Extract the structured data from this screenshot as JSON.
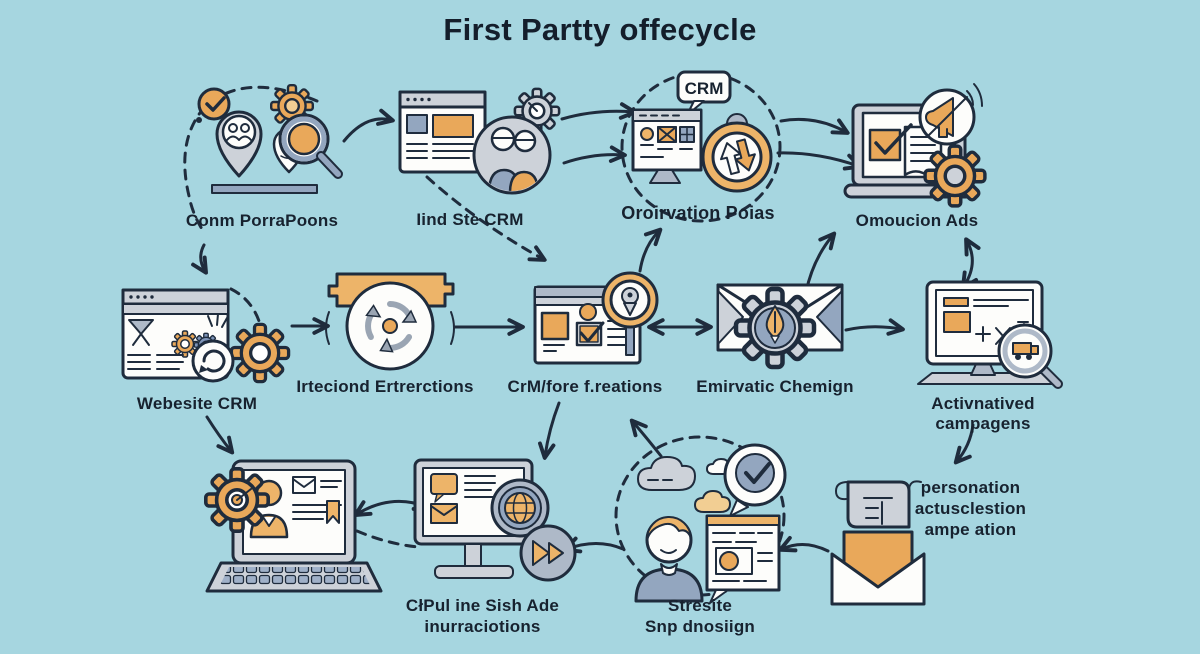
{
  "title": "First Partty offecycle",
  "colors": {
    "background": "#A6D6E0",
    "ink": "#1F2C3D",
    "orange": "#E9A85A",
    "orange_light": "#EDB469",
    "gray": "#CDD2D9",
    "blue_gray": "#93A6BF",
    "white": "#FDFDFB"
  },
  "nodes": {
    "audience": {
      "label": "Conm PorraPoons",
      "icon": "map-pin-people-search-icon"
    },
    "site_crm": {
      "label": "Iind Ste CRM",
      "icon": "browser-users-gauge-gear-icon"
    },
    "observation": {
      "label": "Oroirvation Poias",
      "bubble": "CRM",
      "icon": "monitor-exchange-lock-icon"
    },
    "promotion_ads": {
      "label": "Omoucion Ads",
      "icon": "laptop-checkbox-megaphone-gear-icon"
    },
    "website_crm": {
      "label": "Webesite CRM",
      "icon": "browser-funnel-gears-sync-icon"
    },
    "interactions": {
      "label": "Irteciond Ertrerctions",
      "icon": "ribbon-rotation-arrows-icon"
    },
    "crm_creations": {
      "label": "CrM/fore f.reations",
      "icon": "browser-checklist-pin-magnifier-icon"
    },
    "email_design": {
      "label": "Emirvatic Chemign",
      "icon": "envelope-gear-pen-icon"
    },
    "activated_campaigns": {
      "label": "Activnatived campagens",
      "icon": "monitor-math-truck-magnifier-icon"
    },
    "laptop_outreach": {
      "label": "",
      "icon": "laptop-profile-mail-gear-icon"
    },
    "push_ads": {
      "label_lines": [
        "CłPul ine Sish Ade",
        "inurraciotions"
      ],
      "icon": "monitor-globe-forward-icon"
    },
    "site_design": {
      "label_lines": [
        "Stresite",
        "Snp dnosiign"
      ],
      "icon": "person-clouds-approval-icon"
    },
    "personalization": {
      "label_lines": [
        "personation",
        "actusclestion",
        "ampe ation"
      ],
      "icon": "scroll-open-envelope-icon"
    }
  }
}
